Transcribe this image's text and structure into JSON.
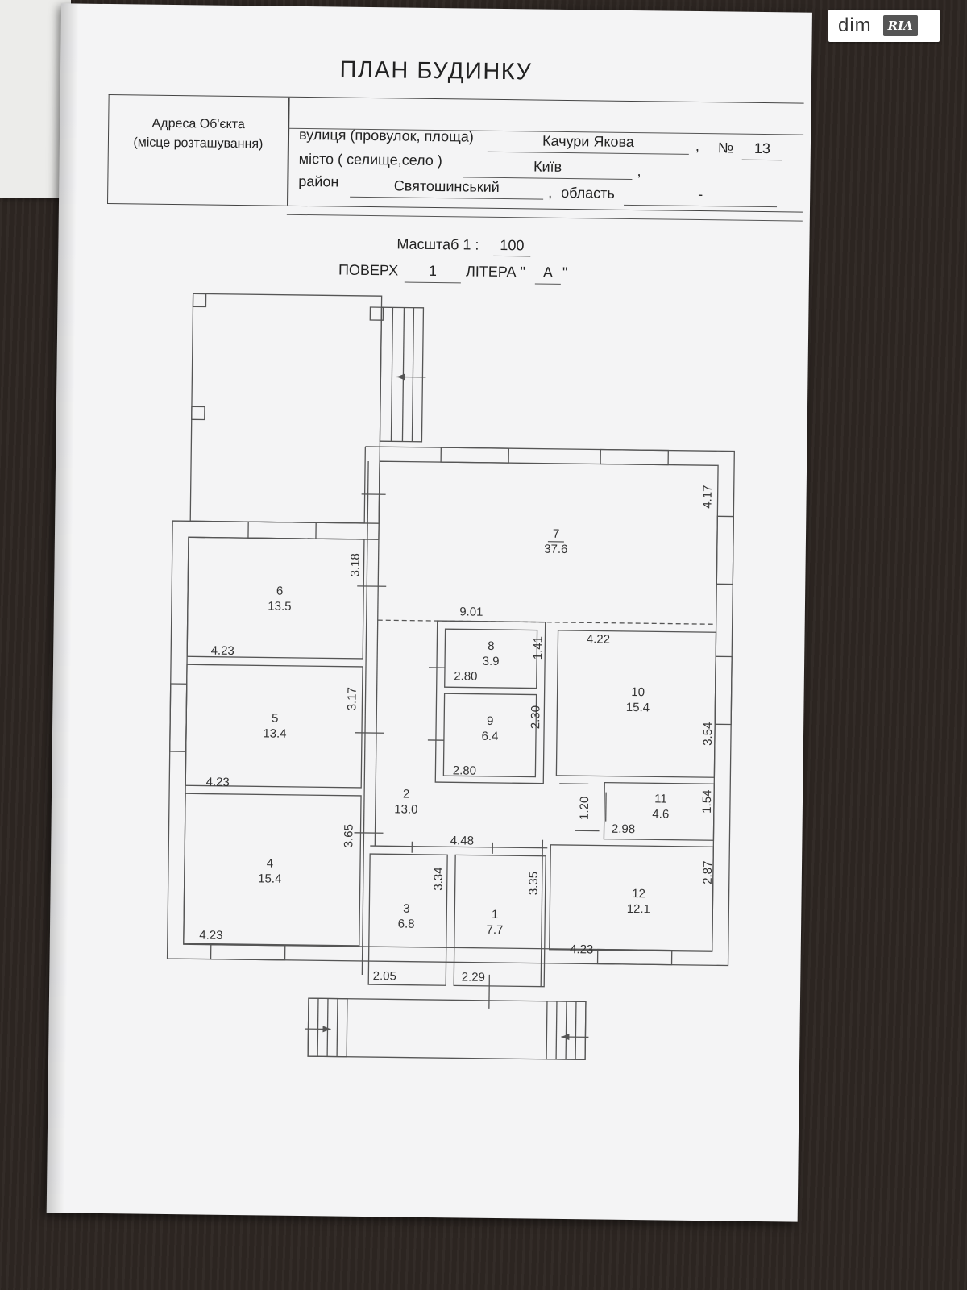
{
  "title": "ПЛАН БУДИНКУ",
  "address": {
    "label_line1": "Адреса Об'єкта",
    "label_line2": "(місце розташування)",
    "street_label": "вулиця (провулок, площа)",
    "street_value": "Качури Якова",
    "number_label": "№",
    "number_value": "13",
    "city_label": "місто ( селище,село )",
    "city_value": "Київ",
    "district_label": "район",
    "district_value": "Святошинський",
    "region_label": "область",
    "region_value": "-"
  },
  "scale_label": "Масштаб 1 :",
  "scale_value": "100",
  "floor_label": "ПОВЕРХ",
  "floor_value": "1",
  "letter_label": "ЛІТЕРА \"",
  "letter_value": "А",
  "letter_close": "\"",
  "rooms": [
    {
      "num": "7",
      "area": "37.6"
    },
    {
      "num": "6",
      "area": "13.5"
    },
    {
      "num": "5",
      "area": "13.4"
    },
    {
      "num": "4",
      "area": "15.4"
    },
    {
      "num": "8",
      "area": "3.9"
    },
    {
      "num": "9",
      "area": "6.4"
    },
    {
      "num": "10",
      "area": "15.4"
    },
    {
      "num": "11",
      "area": "4.6"
    },
    {
      "num": "2",
      "area": "13.0"
    },
    {
      "num": "3",
      "area": "6.8"
    },
    {
      "num": "1",
      "area": "7.7"
    },
    {
      "num": "12",
      "area": "12.1"
    }
  ],
  "dimensions": [
    "4.17",
    "3.18",
    "9.01",
    "4.23",
    "1.41",
    "4.22",
    "2.80",
    "3.17",
    "2.30",
    "3.54",
    "4.23",
    "2.80",
    "1.54",
    "1.20",
    "2.98",
    "3.65",
    "4.48",
    "3.34",
    "3.35",
    "2.87",
    "4.23",
    "4.23",
    "2.05",
    "2.29"
  ],
  "watermark": {
    "dim": "dim",
    "ria": "RIA"
  }
}
